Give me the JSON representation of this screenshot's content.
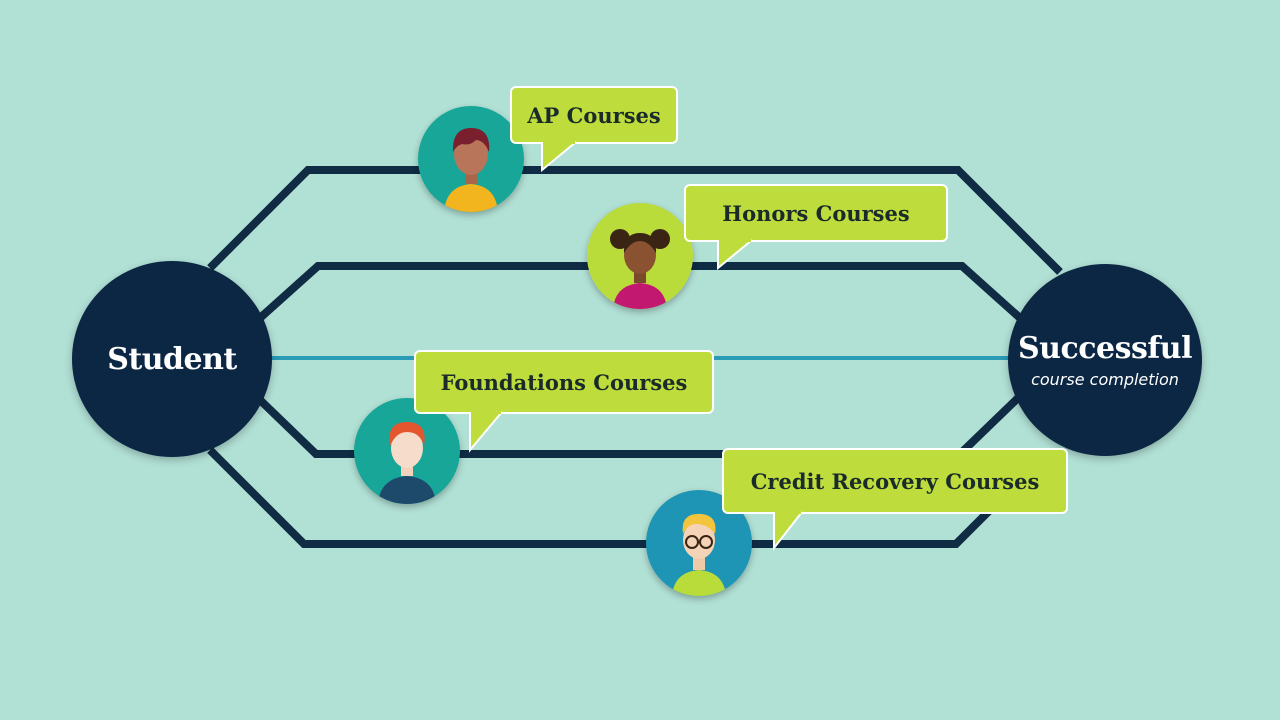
{
  "colors": {
    "background": "#b1e0d5",
    "navy": "#0b2744",
    "path_line": "#102b44",
    "direct_line": "#2a9bb5",
    "bubble": "#bedd3c"
  },
  "start_node": {
    "label": "Student"
  },
  "end_node": {
    "label": "Successful",
    "sublabel": "course completion"
  },
  "courses": [
    {
      "label": "AP Courses",
      "avatar_icon": "student-avatar-icon"
    },
    {
      "label": "Honors Courses",
      "avatar_icon": "student-avatar-icon"
    },
    {
      "label": "Foundations Courses",
      "avatar_icon": "student-avatar-icon"
    },
    {
      "label": "Credit Recovery Courses",
      "avatar_icon": "student-avatar-icon"
    }
  ]
}
